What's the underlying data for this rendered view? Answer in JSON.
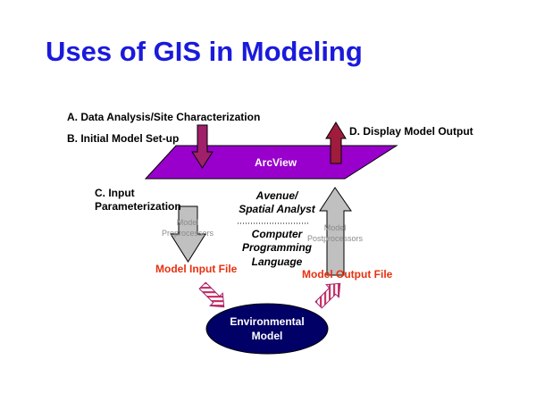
{
  "slide": {
    "title": "Uses of GIS in Modeling",
    "label_a": "A.  Data Analysis/Site Characterization",
    "label_b": "B.  Initial Model Set-up",
    "label_c_line1": "C.  Input",
    "label_c_line2": "Parameterization",
    "label_d": "D.  Display Model Output",
    "arcview": "ArcView",
    "avenue_line1": "Avenue/",
    "avenue_line2": "Spatial Analyst",
    "computer_line1": "Computer",
    "computer_line2": "Programming",
    "computer_line3": "Language",
    "preproc_line1": "Model",
    "preproc_line2": "Preprocessors",
    "postproc_line1": "Model",
    "postproc_line2": "Postprocessors",
    "input_file": "Model Input File",
    "output_file": "Model Output File",
    "env_line1": "Environmental",
    "env_line2": "Model"
  },
  "colors": {
    "title": "#1a1adc",
    "arcview_fill": "#9900cc",
    "arrow_ab": "#a0206a",
    "arrow_d": "#a01c3c",
    "gray_arrow": "#c0c0c0",
    "file_text": "#e83010",
    "ellipse_fill": "#000066"
  }
}
